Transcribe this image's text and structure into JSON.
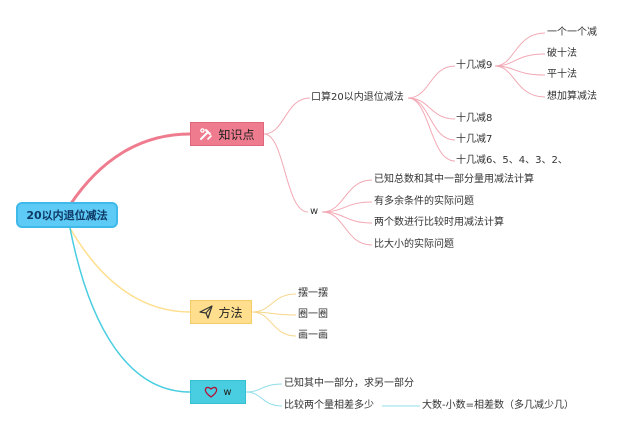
{
  "root": {
    "title": "20以内退位减法"
  },
  "branches": {
    "knowledge": {
      "label": "知识点",
      "icon": "hammer-wrench-icon",
      "color": "#ef7c8e",
      "oral": {
        "label": "口算20以内退位减法",
        "shiji9": {
          "label": "十几减9",
          "methods": [
            "一个一个减",
            "破十法",
            "平十法",
            "想加算减法"
          ]
        },
        "others": [
          "十几减8",
          "十几减7",
          "十几减6、5、4、3、2、"
        ]
      },
      "w": {
        "label": "w",
        "items": [
          "已知总数和其中一部分量用减法计算",
          "有多余条件的实际问题",
          "两个数进行比较时用减法计算",
          "比大小的实际问题"
        ]
      }
    },
    "method": {
      "label": "方法",
      "icon": "paper-plane-icon",
      "color": "#ffdf8e",
      "items": [
        "摆一摆",
        "圈一圈",
        "画一画"
      ]
    },
    "heart": {
      "label": "w",
      "icon": "heart-icon",
      "color": "#49cde0",
      "items": [
        "已知其中一部分，求另一部分",
        "比较两个量相差多少"
      ],
      "formula": "大数-小数=相差数（多几减少几）"
    }
  }
}
